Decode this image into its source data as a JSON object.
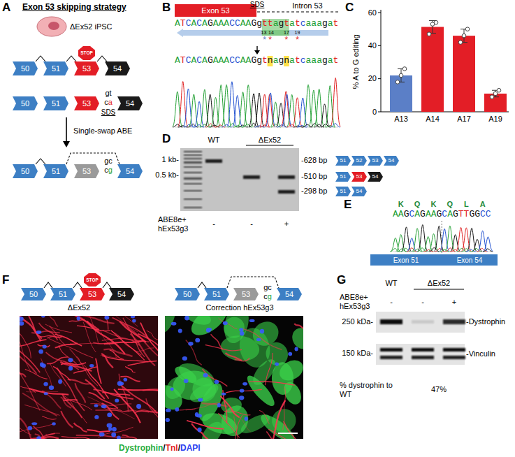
{
  "diagram": {
    "nodes": [
      {
        "text": [
          "50"
        ]
      },
      {
        "text": [
          "51"
        ]
      },
      {
        "text": [
          "53"
        ]
      },
      {
        "text": [
          "54"
        ]
      },
      {
        "text": [
          "STOP"
        ]
      },
      {
        "text": [
          "50"
        ]
      },
      {
        "text": [
          "51"
        ]
      },
      {
        "text": [
          "53"
        ]
      },
      {
        "text": [
          "54"
        ]
      },
      {
        "text": [
          "50"
        ]
      },
      {
        "text": [
          "51"
        ]
      },
      {
        "text": [
          "53"
        ]
      },
      {
        "text": [
          "54"
        ]
      },
      {
        "text": [
          "Exon 53"
        ]
      },
      {
        "text": [
          "51"
        ]
      },
      {
        "text": [
          "52"
        ]
      },
      {
        "text": [
          "53"
        ]
      },
      {
        "text": [
          "54"
        ]
      },
      {
        "text": [
          "51"
        ]
      },
      {
        "text": [
          "53"
        ]
      },
      {
        "text": [
          "54"
        ]
      },
      {
        "text": [
          "51"
        ]
      },
      {
        "text": [
          "54"
        ]
      },
      {
        "text": [
          "Exon 51"
        ]
      },
      {
        "text": [
          "Exon 54"
        ]
      },
      {
        "text": [
          "50"
        ]
      },
      {
        "text": [
          "51"
        ]
      },
      {
        "text": [
          "53"
        ]
      },
      {
        "text": [
          "54"
        ]
      },
      {
        "text": [
          "STOP"
        ]
      },
      {
        "text": [
          "50"
        ]
      },
      {
        "text": [
          "51"
        ]
      },
      {
        "text": [
          "53"
        ]
      },
      {
        "text": [
          "54"
        ]
      }
    ],
    "edges": [
      {
        "from": 0,
        "to": 1,
        "arrow": "none"
      },
      {
        "from": 1,
        "to": 2,
        "arrow": "none"
      },
      {
        "from": 2,
        "to": 3,
        "arrow": "none"
      },
      {
        "from": 9,
        "to": 10,
        "arrow": "none"
      },
      {
        "from": 10,
        "to": 12,
        "arrow": "none"
      },
      {
        "from": 25,
        "to": 26,
        "arrow": "none"
      },
      {
        "from": 26,
        "to": 27,
        "arrow": "none"
      },
      {
        "from": 27,
        "to": 28,
        "arrow": "none"
      },
      {
        "from": 30,
        "to": 31,
        "arrow": "none"
      },
      {
        "from": 31,
        "to": 33,
        "arrow": "none"
      }
    ],
    "labels": [
      "A",
      "Exon 53 skipping strategy",
      "ΔEx52 iPSC",
      "gt",
      "ca",
      "SDS",
      "Single-swap ABE",
      "gc",
      "cg",
      "B",
      "SDS",
      "Intron 53",
      "ATCACAGAAACCAAGgttagtatcaaagat",
      "13",
      "14",
      "17",
      "19",
      "*",
      "*",
      "*",
      "*",
      "ATCACAGAAACCAAGgtnagnatcaaagat",
      "C",
      "% A to G editing",
      "0",
      "20",
      "40",
      "60",
      "A13",
      "A14",
      "A17",
      "A19",
      "D",
      "WT",
      "ΔEx52",
      "ABE8e+",
      "hEx53g3",
      "-",
      "-",
      "+",
      "1 kb-",
      "0.5 kb-",
      "-628 bp",
      "-510 bp",
      "-298 bp",
      "E",
      "K",
      "Q",
      "K",
      "Q",
      "L",
      "A",
      "AAGCAGAAGCAGTTGGCC",
      "F",
      "ΔEx52",
      "Correction hEx53g3",
      "gc",
      "cg",
      "Dystrophin",
      "/",
      "TnI",
      "/",
      "DAPI",
      "G",
      "WT",
      "ΔEx52",
      "ABE8e+",
      "hEx53g3",
      "-",
      "-",
      "+",
      "250 kDa-",
      "150 kDa-",
      "-Dystrophin",
      "-Vinculin",
      "% dystrophin to WT",
      "47%"
    ]
  }
}
